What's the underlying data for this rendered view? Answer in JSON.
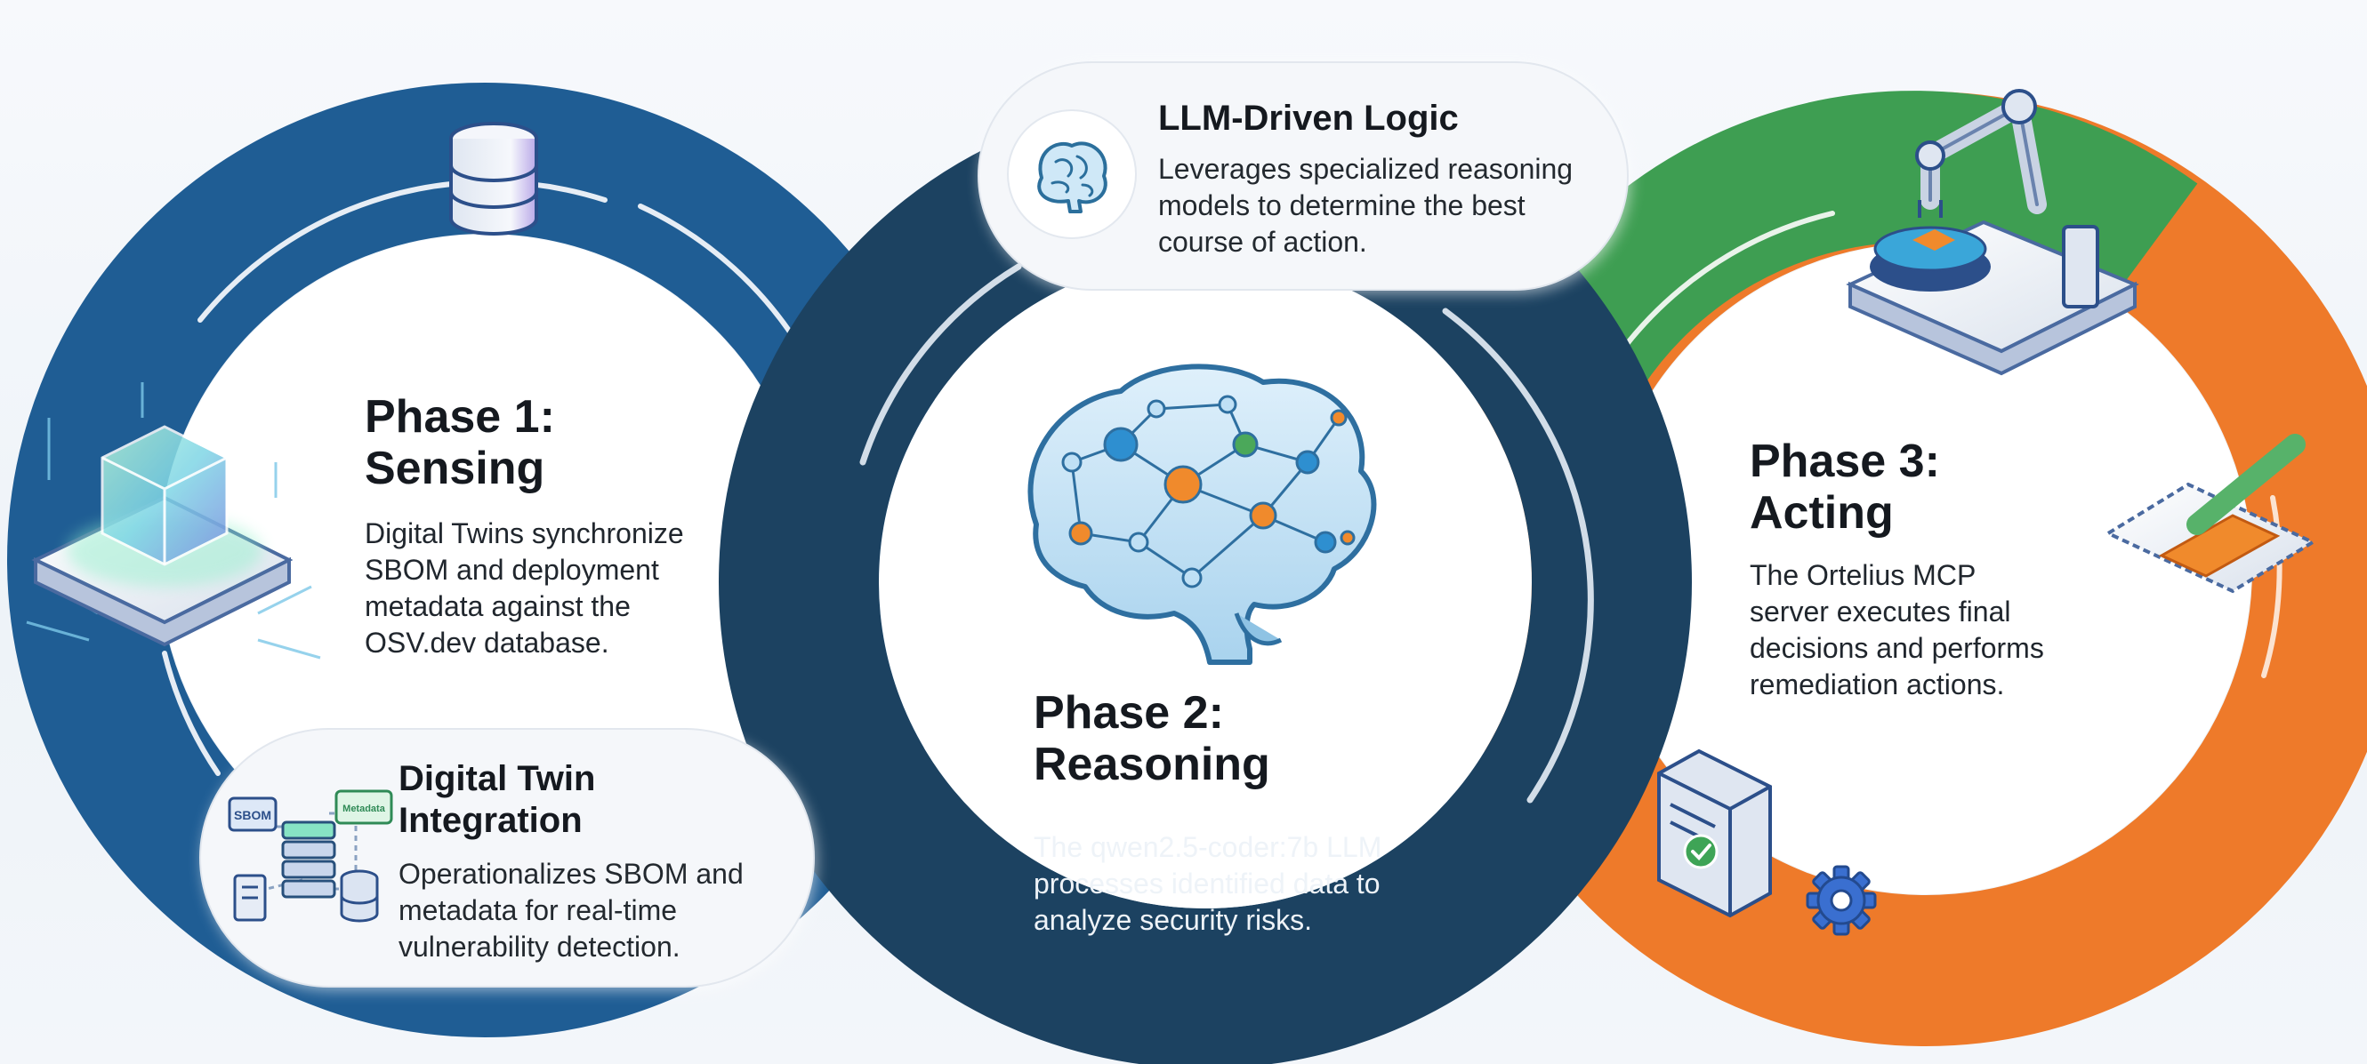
{
  "phases": [
    {
      "title_line1": "Phase 1:",
      "title_line2": "Sensing",
      "body": [
        "Digital Twins synchronize",
        "SBOM and deployment",
        "metadata against the",
        "OSV.dev database."
      ]
    },
    {
      "title_line1": "Phase 2:",
      "title_line2": "Reasoning",
      "body": [
        "The qwen2.5-coder:7b LLM",
        "processes identified data to",
        "analyze security risks."
      ]
    },
    {
      "title_line1": "Phase 3:",
      "title_line2": "Acting",
      "body": [
        "The Ortelius MCP",
        "server executes final",
        "decisions and performs",
        "remediation actions."
      ]
    }
  ],
  "callouts": {
    "llm_logic": {
      "title": "LLM-Driven Logic",
      "body": [
        "Leverages specialized reasoning",
        "models to determine the best",
        "course of action."
      ]
    },
    "digital_twin": {
      "title_line1": "Digital Twin",
      "title_line2": "Integration",
      "body": [
        "Operationalizes SBOM and",
        "metadata for real-time",
        "vulnerability detection."
      ]
    }
  },
  "icon_labels": {
    "sbom": "SBOM",
    "metadata": "Metadata"
  },
  "colors": {
    "sensing_ring": "#1f5d94",
    "reasoning_ring": "#1c4261",
    "acting_green": "#3e9e52",
    "acting_orange": "#ee7a2a",
    "callout_bg": "#f4f6f9"
  },
  "icons": [
    "database-icon",
    "cube-chip-icon",
    "brain-network-icon",
    "robot-arm-icon",
    "card-reader-icon",
    "server-check-icon",
    "gear-icon",
    "sbom-pipeline-icon",
    "brain-outline-icon"
  ]
}
